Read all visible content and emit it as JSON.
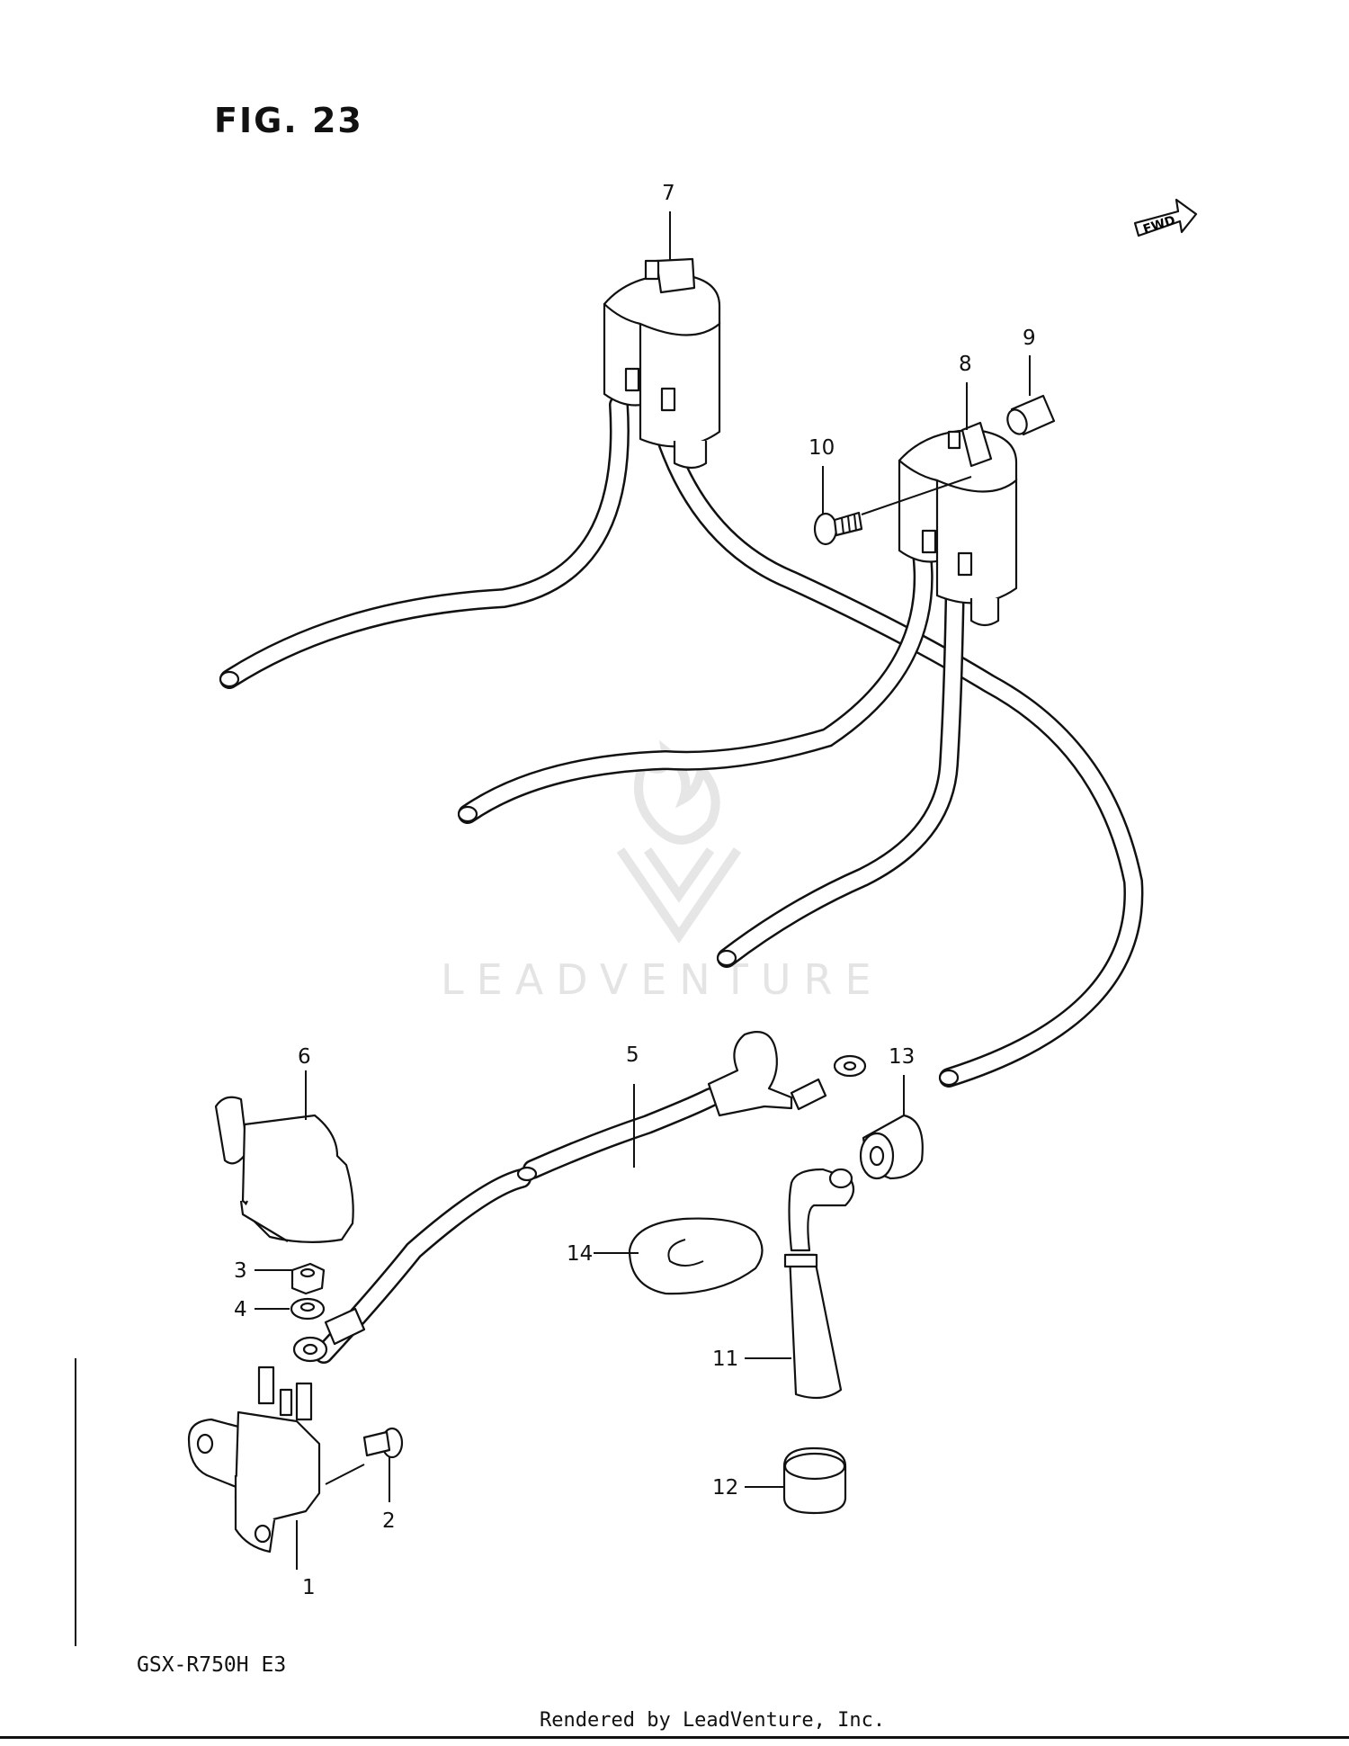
{
  "figure": {
    "title": "FIG. 23",
    "model": "GSX-R750H E3",
    "rendered_by": "Rendered by LeadVenture, Inc.",
    "watermark": "LEADVENTURE",
    "fwd_label": "FWD"
  },
  "callouts": [
    "1",
    "2",
    "3",
    "4",
    "5",
    "6",
    "7",
    "8",
    "9",
    "10",
    "11",
    "12",
    "13",
    "14"
  ]
}
